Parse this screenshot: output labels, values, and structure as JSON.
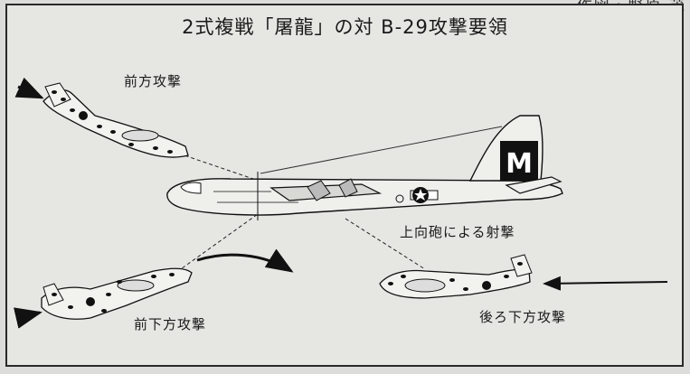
{
  "credit": "作図・野原 茂",
  "title": "2式複戦「屠龍」の対 B-29攻撃要領",
  "labels": {
    "front_attack": "前方攻撃",
    "upward_fire": "上向砲による射撃",
    "front_low_attack": "前下方攻撃",
    "rear_low_attack": "後ろ下方攻撃"
  },
  "tail_marking": "M"
}
